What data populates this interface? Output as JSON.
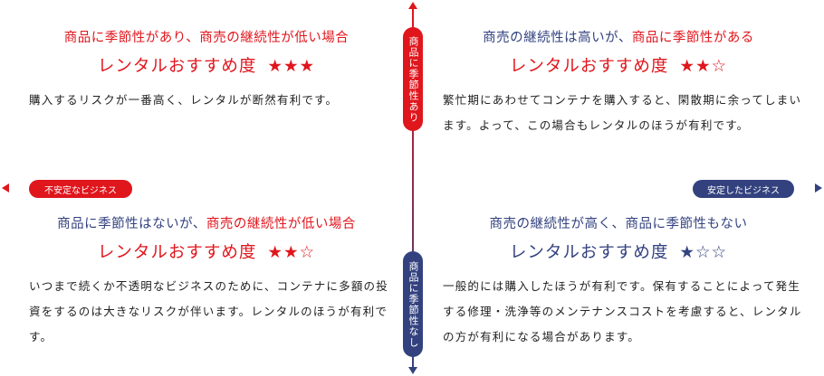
{
  "colors": {
    "red": "#e0161d",
    "navy": "#33427f"
  },
  "axes": {
    "top_label": "商品に季節性あり",
    "bottom_label": "商品に季節性なし",
    "left_label": "不安定なビジネス",
    "right_label": "安定したビジネス"
  },
  "quadrants": [
    {
      "id": "top-left",
      "title_segments": [
        {
          "text": "商品に季節性があり、商売の継続性が低い場合",
          "color": "red"
        }
      ],
      "rating_label": "レンタルおすすめ度",
      "rating_color": "red",
      "stars": "★★★",
      "stars_filled": 3,
      "body": "購入するリスクが一番高く、レンタルが断然有利です。"
    },
    {
      "id": "top-right",
      "title_segments": [
        {
          "text": "商売の継続性は高いが、",
          "color": "navy"
        },
        {
          "text": "商品に季節性がある",
          "color": "red"
        }
      ],
      "rating_label": "レンタルおすすめ度",
      "rating_color": "red",
      "stars": "★★☆",
      "stars_filled": 2,
      "body": "繁忙期にあわせてコンテナを購入すると、閑散期に余ってしまいます。よって、この場合もレンタルのほうが有利です。"
    },
    {
      "id": "bottom-left",
      "title_segments": [
        {
          "text": "商品に季節性はないが、",
          "color": "navy"
        },
        {
          "text": "商売の継続性が低い場合",
          "color": "red"
        }
      ],
      "rating_label": "レンタルおすすめ度",
      "rating_color": "red",
      "stars": "★★☆",
      "stars_filled": 2,
      "body": "いつまで続くか不透明なビジネスのために、コンテナに多額の投資をするのは大きなリスクが伴います。レンタルのほうが有利です。"
    },
    {
      "id": "bottom-right",
      "title_segments": [
        {
          "text": "商売の継続性が高く、商品に季節性もない",
          "color": "navy"
        }
      ],
      "rating_label": "レンタルおすすめ度",
      "rating_color": "navy",
      "stars": "★☆☆",
      "stars_filled": 1,
      "body": "一般的には購入したほうが有利です。保有することによって発生する修理・洗浄等のメンテナンスコストを考慮すると、レンタルの方が有利になる場合があります。"
    }
  ]
}
